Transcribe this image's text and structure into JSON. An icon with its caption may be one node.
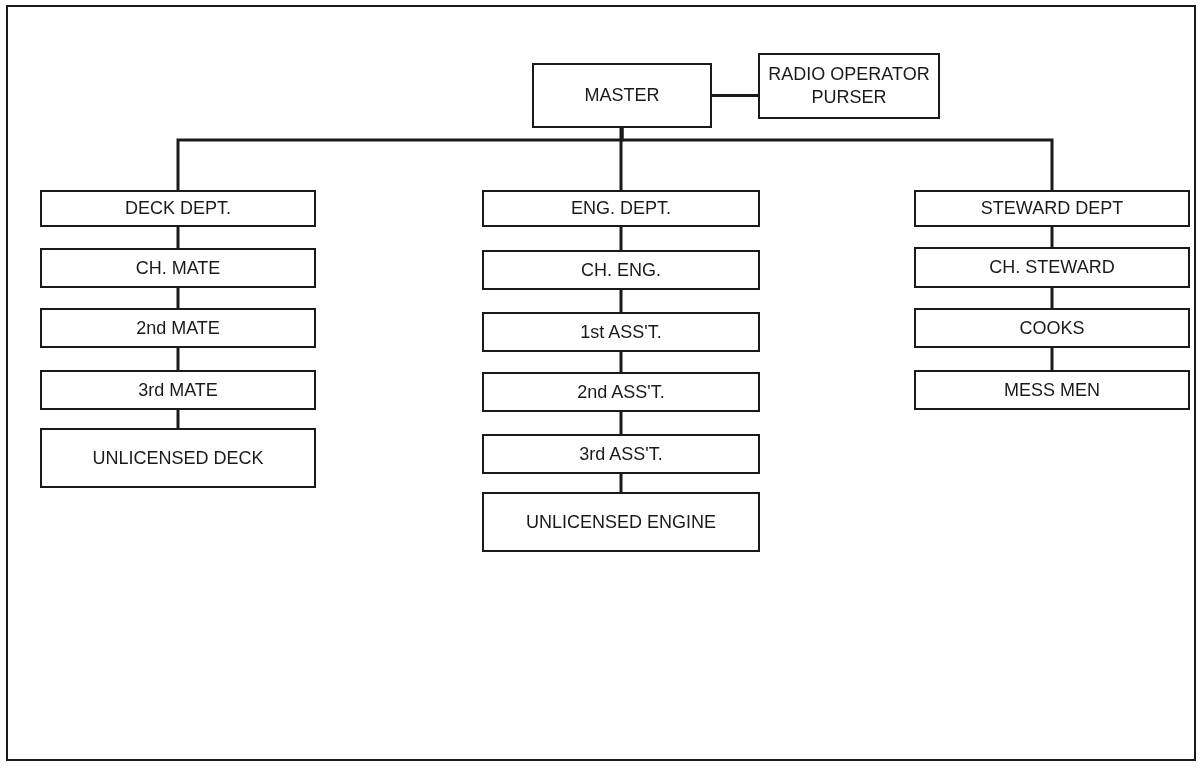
{
  "diagram": {
    "nodes": [
      {
        "text": [
          "MASTER"
        ]
      },
      {
        "text": [
          "RADIO OPERATOR PURSER"
        ]
      },
      {
        "text": [
          "DECK DEPT."
        ]
      },
      {
        "text": [
          "CH. MATE"
        ]
      },
      {
        "text": [
          "2nd MATE"
        ]
      },
      {
        "text": [
          "3rd MATE"
        ]
      },
      {
        "text": [
          "UNLICENSED DECK"
        ]
      },
      {
        "text": [
          "ENG. DEPT."
        ]
      },
      {
        "text": [
          "CH. ENG."
        ]
      },
      {
        "text": [
          "1st ASS'T."
        ]
      },
      {
        "text": [
          "2nd ASS'T."
        ]
      },
      {
        "text": [
          "3rd ASS'T."
        ]
      },
      {
        "text": [
          "UNLICENSED ENGINE"
        ]
      },
      {
        "text": [
          "STEWARD DEPT"
        ]
      },
      {
        "text": [
          "CH. STEWARD"
        ]
      },
      {
        "text": [
          "COOKS"
        ]
      },
      {
        "text": [
          "MESS MEN"
        ]
      }
    ],
    "edges": [
      {
        "from": 0,
        "to": 1,
        "arrow": "none"
      },
      {
        "from": 0,
        "to": 2,
        "arrow": "none"
      },
      {
        "from": 0,
        "to": 7,
        "arrow": "none"
      },
      {
        "from": 0,
        "to": 13,
        "arrow": "none"
      },
      {
        "from": 2,
        "to": 3,
        "arrow": "none"
      },
      {
        "from": 3,
        "to": 4,
        "arrow": "none"
      },
      {
        "from": 4,
        "to": 5,
        "arrow": "none"
      },
      {
        "from": 5,
        "to": 6,
        "arrow": "none"
      },
      {
        "from": 7,
        "to": 8,
        "arrow": "none"
      },
      {
        "from": 8,
        "to": 9,
        "arrow": "none"
      },
      {
        "from": 9,
        "to": 10,
        "arrow": "none"
      },
      {
        "from": 10,
        "to": 11,
        "arrow": "none"
      },
      {
        "from": 11,
        "to": 12,
        "arrow": "none"
      },
      {
        "from": 13,
        "to": 14,
        "arrow": "none"
      },
      {
        "from": 14,
        "to": 15,
        "arrow": "none"
      },
      {
        "from": 15,
        "to": 16,
        "arrow": "none"
      }
    ]
  }
}
